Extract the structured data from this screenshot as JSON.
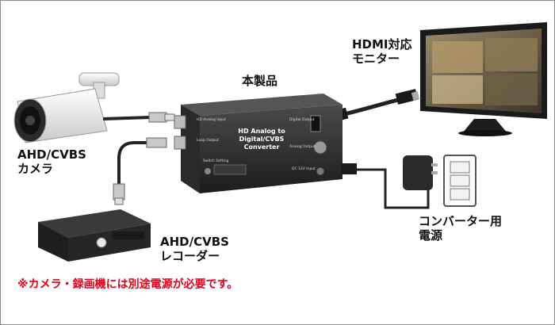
{
  "labels": {
    "product": "本製品",
    "monitor_line1": "HDMI対応",
    "monitor_line2": "モニター",
    "camera_line1": "AHD/CVBS",
    "camera_line2": "カメラ",
    "recorder_line1": "AHD/CVBS",
    "recorder_line2": "レコーダー",
    "power_line1": "コンバーター用",
    "power_line2": "電源"
  },
  "converter": {
    "title_line1": "HD Analog to",
    "title_line2": "Digital/CVBS",
    "title_line3": "Converter",
    "port_analog_input": "HD Analog Input",
    "port_loop_output": "Loop Output",
    "port_digital_output": "Digital Output",
    "port_analog_output": "Analog Output",
    "switch_label": "Switch Setting",
    "dc_label": "DC 12V Input"
  },
  "note": "※カメラ・録画機には別途電源が必要です。",
  "colors": {
    "note": "#e0001b",
    "device": "#2b2b2b"
  }
}
